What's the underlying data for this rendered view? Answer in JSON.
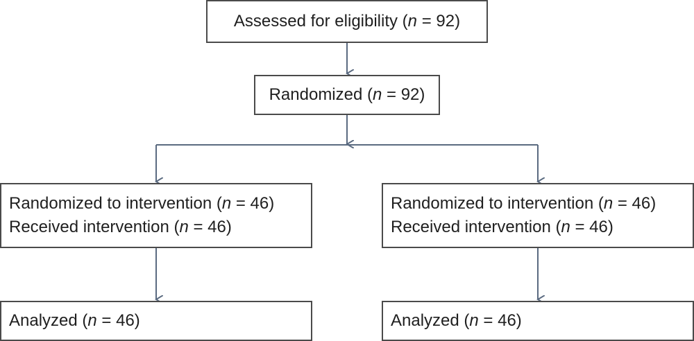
{
  "flow": {
    "assessed": {
      "prefix": "Assessed for eligibility (",
      "n": "n",
      "suffix": " = 92)"
    },
    "randomized": {
      "prefix": "Randomized (",
      "n": "n",
      "suffix": " = 92)"
    },
    "left_arm": {
      "randomized_line": {
        "prefix": "Randomized to intervention (",
        "n": "n",
        "suffix": " = 46)"
      },
      "received_line": {
        "prefix": "Received intervention (",
        "n": "n",
        "suffix": " = 46)"
      },
      "analyzed": {
        "prefix": "Analyzed (",
        "n": "n",
        "suffix": " = 46)"
      }
    },
    "right_arm": {
      "randomized_line": {
        "prefix": "Randomized to intervention (",
        "n": "n",
        "suffix": " = 46)"
      },
      "received_line": {
        "prefix": "Received intervention (",
        "n": "n",
        "suffix": " = 46)"
      },
      "analyzed": {
        "prefix": "Analyzed (",
        "n": "n",
        "suffix": " = 46)"
      }
    }
  },
  "colors": {
    "connector": "#5a6a80",
    "border": "#4a4a4a",
    "text": "#1f1f1f"
  }
}
